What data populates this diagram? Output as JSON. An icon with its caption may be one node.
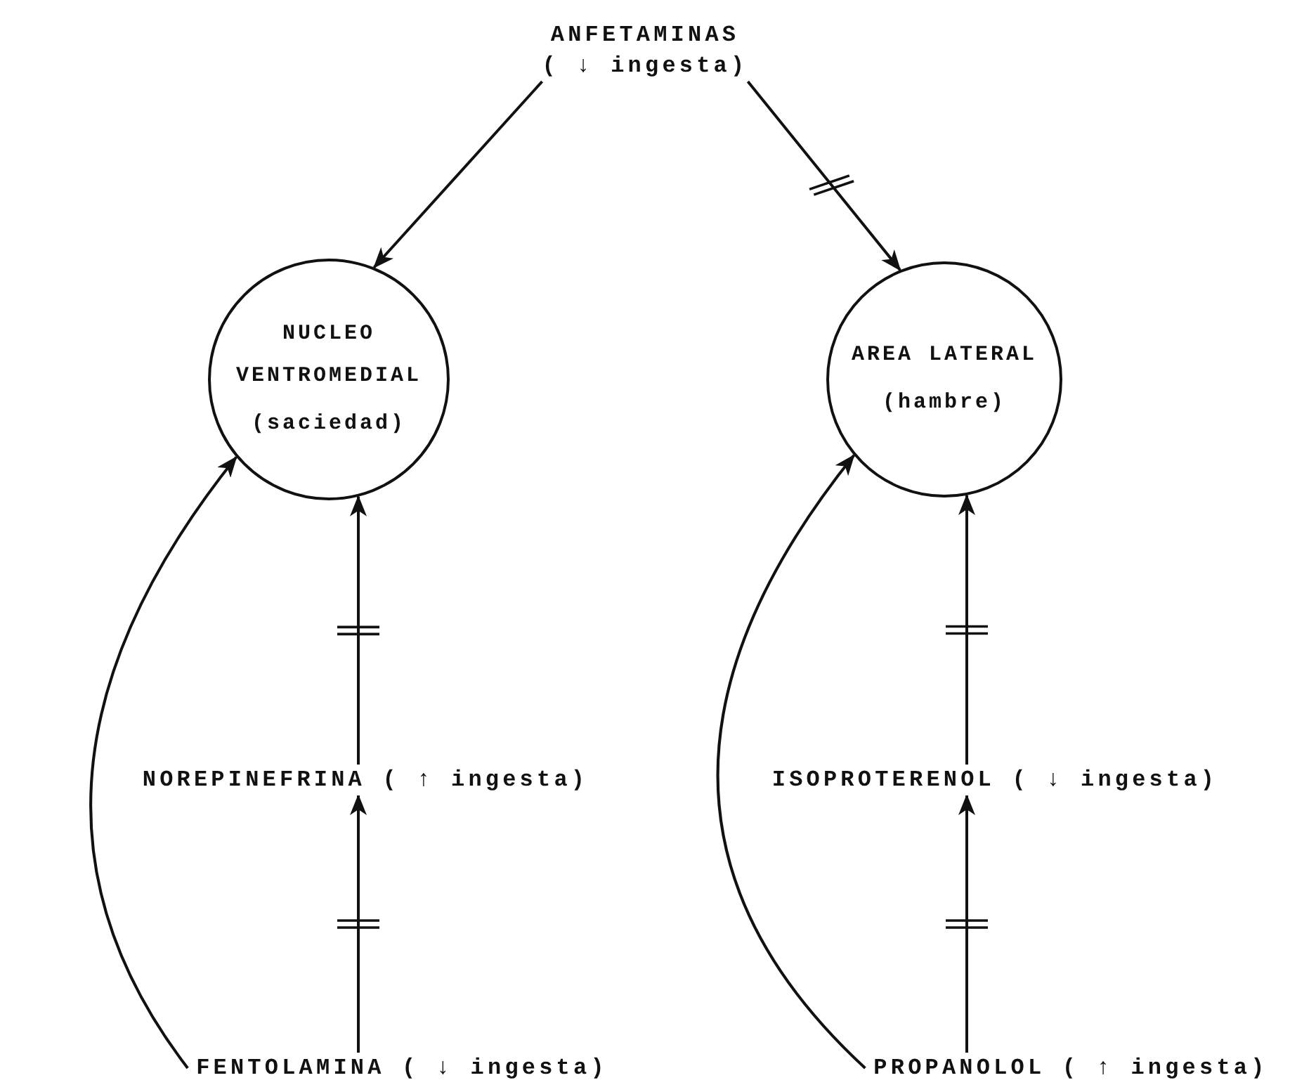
{
  "diagram": {
    "nodes": [
      {
        "text": [
          "ANFETAMINAS",
          "( ↓ ingesta)"
        ]
      },
      {
        "text": [
          "NUCLEO VENTROMEDIAL",
          "(saciedad)"
        ]
      },
      {
        "text": [
          "AREA LATERAL",
          "(hambre)"
        ]
      },
      {
        "text": [
          "NOREPINEFRINA ( ↑ ingesta)"
        ]
      },
      {
        "text": [
          "ISOPROTERENOL ( ↓ ingesta)"
        ]
      },
      {
        "text": [
          "FENTOLAMINA ( ↓ ingesta)"
        ]
      },
      {
        "text": [
          "PROPANOLOL ( ↑ ingesta)"
        ]
      }
    ],
    "edges": [
      {
        "from": 0,
        "to": 1,
        "arrow": "to"
      },
      {
        "from": 0,
        "to": 2,
        "arrow": "to"
      },
      {
        "from": 3,
        "to": 1,
        "arrow": "to"
      },
      {
        "from": 5,
        "to": 3,
        "arrow": "to"
      },
      {
        "from": 4,
        "to": 2,
        "arrow": "to"
      },
      {
        "from": 6,
        "to": 4,
        "arrow": "to"
      },
      {
        "from": 5,
        "to": 1,
        "arrow": "to"
      },
      {
        "from": 6,
        "to": 2,
        "arrow": "to"
      }
    ]
  }
}
